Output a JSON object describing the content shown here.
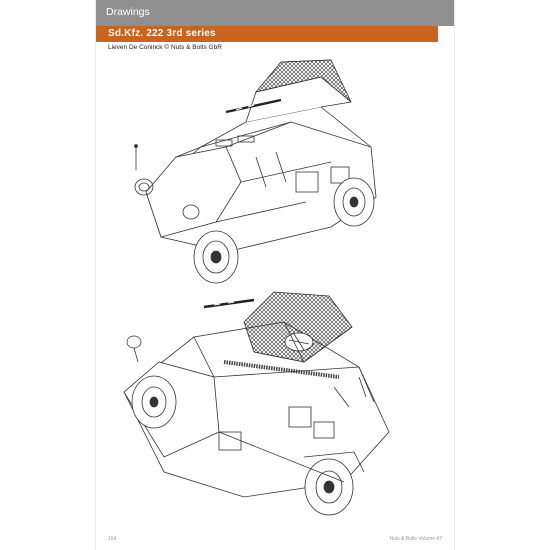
{
  "header": {
    "section_title": "Drawings",
    "bar_color": "#8f8f8f"
  },
  "title_band": {
    "title": "Sd.Kfz. 222  3rd series",
    "color": "#c8641e"
  },
  "credit": "Lieven De Coninck © Nuts & Bolts GbR",
  "figures": [
    {
      "subject": "armoured-car",
      "view": "front-left"
    },
    {
      "subject": "armoured-car",
      "view": "front-right"
    }
  ],
  "footer": {
    "page_number": "164",
    "book_title": "Nuts & Bolts Volume 47"
  }
}
